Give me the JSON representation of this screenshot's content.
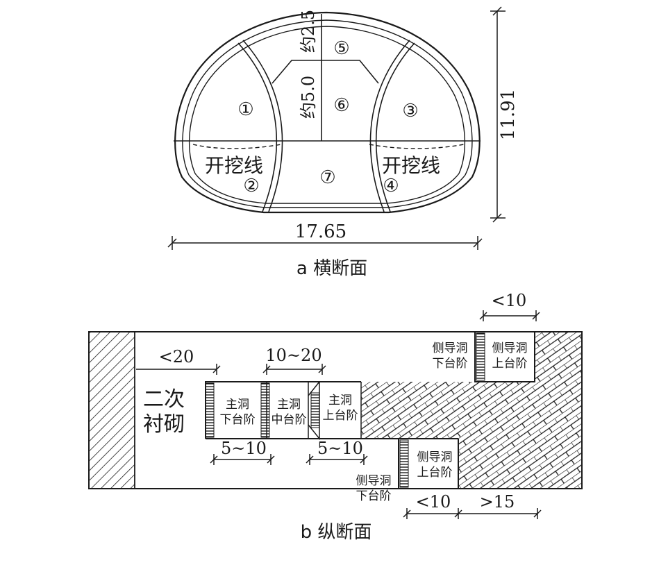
{
  "section_a": {
    "caption": "a  横断面",
    "width_dim": "17.65",
    "height_dim": "11.91",
    "dim_top": "约2.5",
    "dim_mid": "约5.0",
    "excavation_line_left": "开挖线",
    "excavation_line_right": "开挖线",
    "part_labels": [
      "①",
      "②",
      "③",
      "④",
      "⑤",
      "⑥",
      "⑦"
    ]
  },
  "section_b": {
    "caption": "b  纵断面",
    "secondary_lining_line1": "二次",
    "secondary_lining_line2": "衬砌",
    "dims": {
      "lt20": "<20",
      "d10_20": "10~20",
      "d5_10_a": "5~10",
      "d5_10_b": "5~10",
      "lt10_top": "<10",
      "lt10_bottom": "<10",
      "gt15": ">15"
    },
    "blocks": {
      "main_lower_1": "主洞",
      "main_lower_2": "下台阶",
      "main_mid_1": "主洞",
      "main_mid_2": "中台阶",
      "main_upper_1": "主洞",
      "main_upper_2": "上台阶",
      "side_top_lower_1": "侧导洞",
      "side_top_lower_2": "下台阶",
      "side_top_upper_1": "侧导洞",
      "side_top_upper_2": "上台阶",
      "side_bot_lower_1": "侧导洞",
      "side_bot_lower_2": "下台阶",
      "side_bot_upper_1": "侧导洞",
      "side_bot_upper_2": "上台阶"
    }
  }
}
